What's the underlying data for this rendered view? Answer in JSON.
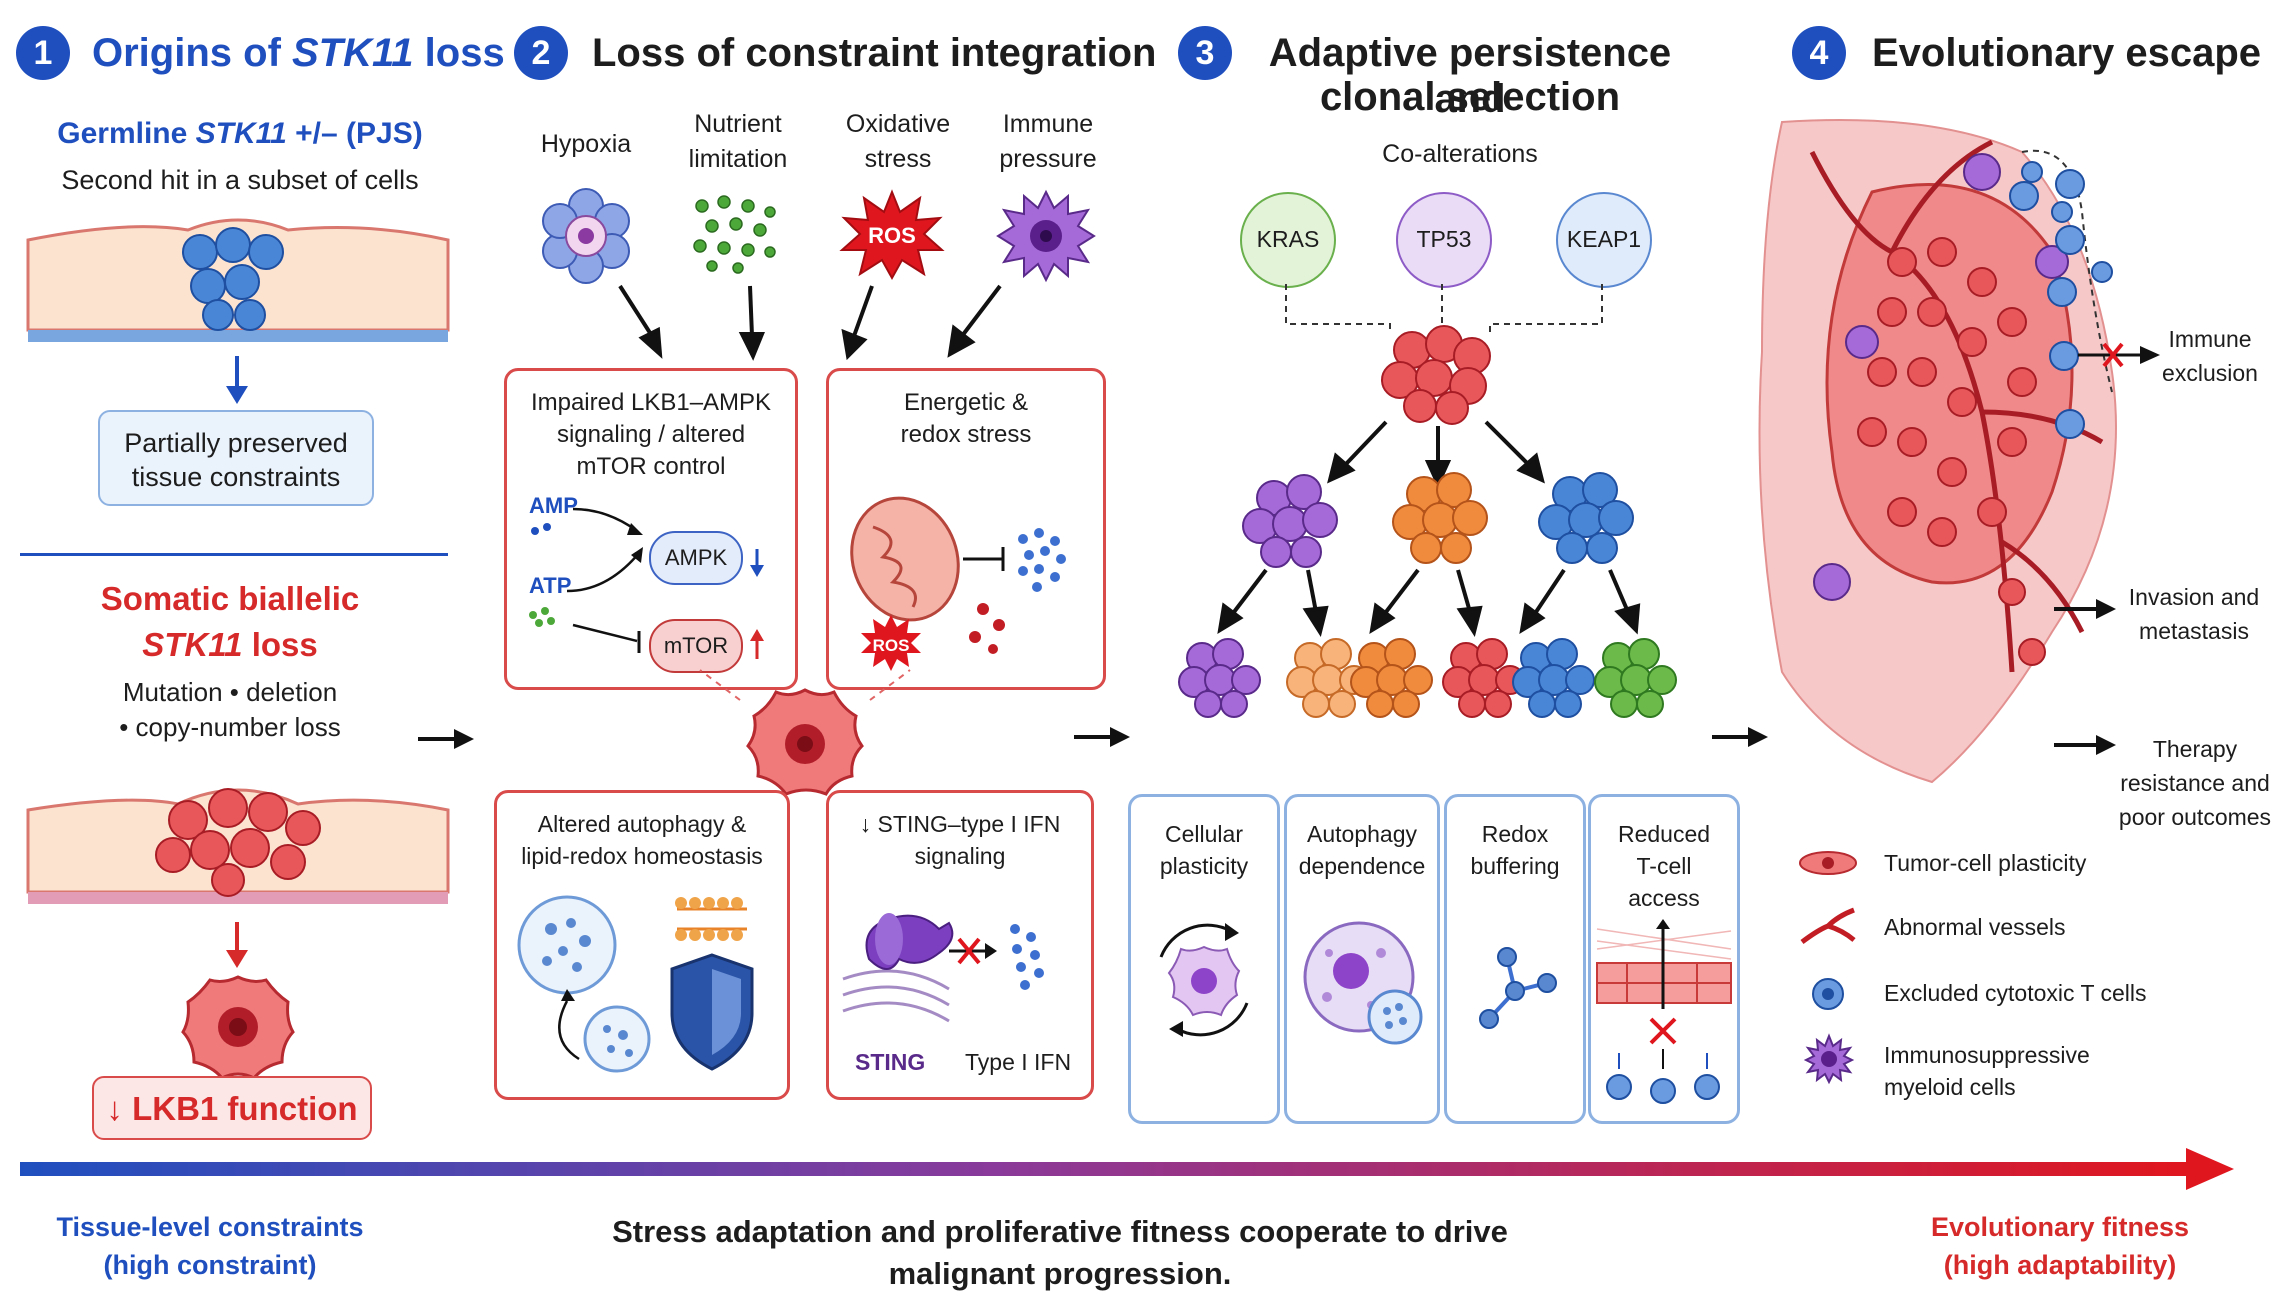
{
  "panel1": {
    "num": "1",
    "title_prefix": "Origins of ",
    "title_gene": "STK11",
    "title_suffix": " loss",
    "germline_prefix": "Germline ",
    "germline_gene": "STK11",
    "germline_suffix": " +/– (PJS)",
    "second_hit": "Second hit in a subset of cells",
    "preserved_box": [
      "Partially preserved",
      "tissue constraints"
    ],
    "somatic_line1": "Somatic biallelic",
    "somatic_gene": "STK11",
    "somatic_suffix": "  loss",
    "mutation_line1": "Mutation • deletion",
    "mutation_line2": "• copy-number loss",
    "lkb1_box": "↓ LKB1 function"
  },
  "panel2": {
    "num": "2",
    "title": "Loss of constraint integration",
    "stressors": [
      "Hypoxia",
      "Nutrient limitation",
      "Oxidative stress",
      "Immune pressure"
    ],
    "stressor_lines": [
      [
        "Hypoxia"
      ],
      [
        "Nutrient",
        "limitation"
      ],
      [
        "Oxidative",
        "stress"
      ],
      [
        "Immune",
        "pressure"
      ]
    ],
    "ros": "ROS",
    "box_a_title": [
      "Impaired LKB1–AMPK",
      "signaling / altered",
      "mTOR control"
    ],
    "amp": "AMP",
    "atp": "ATP",
    "ampk": "AMPK",
    "mtor": "mTOR",
    "box_b_title": [
      "Energetic &",
      "redox stress"
    ],
    "box_c_title": [
      "Altered autophagy &",
      "lipid-redox homeostasis"
    ],
    "box_d_title": [
      "↓ STING–type I IFN",
      "signaling"
    ],
    "sting": "STING",
    "type1_ifn": "Type I IFN"
  },
  "panel3": {
    "num": "3",
    "title": [
      "Adaptive persistence and",
      "clonal selection"
    ],
    "co_alterations": "Co-alterations",
    "genes": [
      "KRAS",
      "TP53",
      "KEAP1"
    ],
    "features": [
      [
        "Cellular",
        "plasticity"
      ],
      [
        "Autophagy",
        "dependence"
      ],
      [
        "Redox",
        "buffering"
      ],
      [
        "Reduced",
        "T-cell",
        "access"
      ]
    ]
  },
  "panel4": {
    "num": "4",
    "title": "Evolutionary escape",
    "outcomes": [
      [
        "Immune",
        "exclusion"
      ],
      [
        "Invasion and",
        "metastasis"
      ],
      [
        "Therapy",
        "resistance and",
        "poor outcomes"
      ]
    ],
    "legend": [
      [
        "Tumor-cell plasticity"
      ],
      [
        "Abnormal vessels"
      ],
      [
        "Excluded cytotoxic T cells"
      ],
      [
        "Immunosuppressive",
        "myeloid cells"
      ]
    ]
  },
  "bottom": {
    "left": [
      "Tissue-level constraints",
      "(high constraint)"
    ],
    "center": [
      "Stress adaptation and proliferative fitness cooperate to drive",
      "malignant progression."
    ],
    "right": [
      "Evolutionary fitness",
      "(high adaptability)"
    ]
  },
  "colors": {
    "blue": "#1f4fbf",
    "red": "#d62a2a",
    "box_red": "#d94b4b",
    "box_blue": "#8db2e2",
    "purple": "#8e44c9",
    "orange": "#f08a3c",
    "green": "#4da83a"
  }
}
